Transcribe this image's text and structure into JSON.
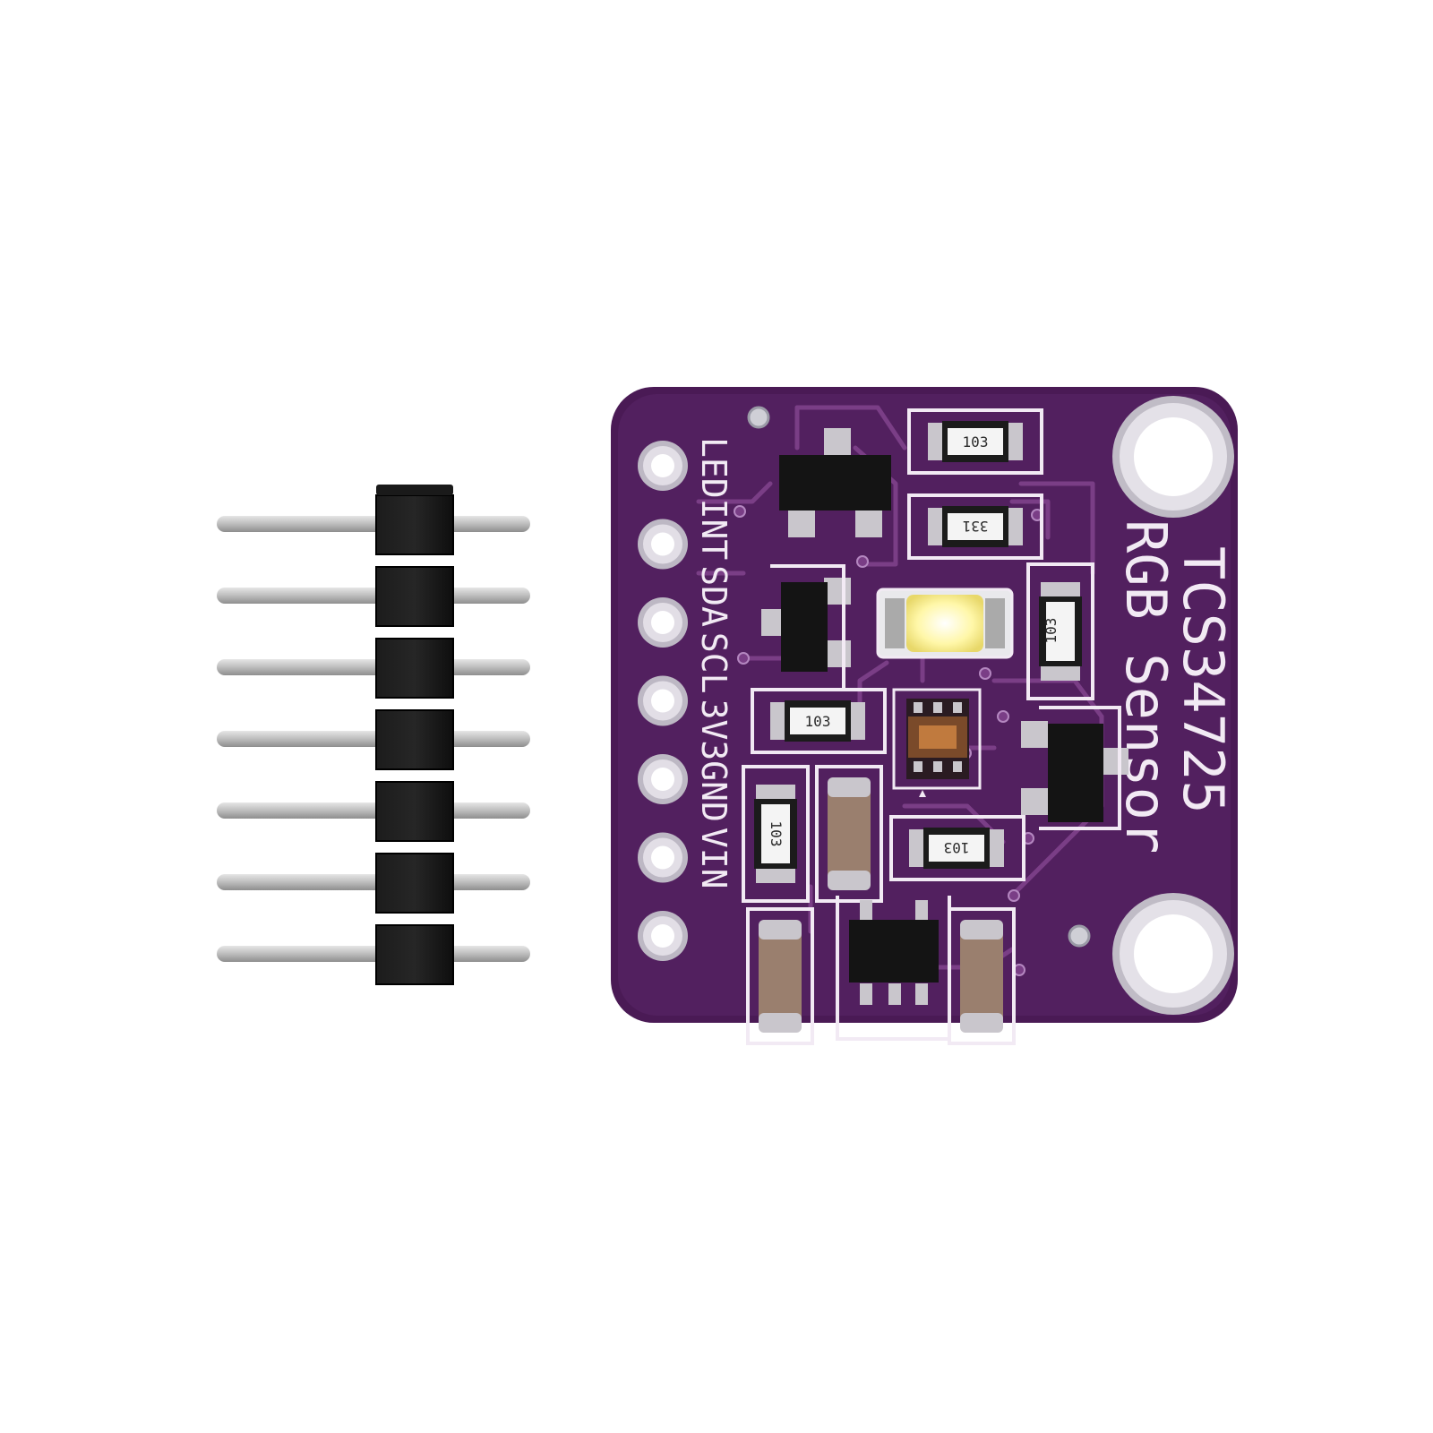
{
  "photo": {
    "background_color": "#ffffff",
    "pcb_color": "#4a1a55",
    "trace_color": "#7a3e86",
    "silkscreen_color": "#f2eaf4",
    "header_color": "#111111",
    "pin_color": "#c9c9c9"
  },
  "board": {
    "title_line1": "TCS34725",
    "title_line2": "RGB Sensor",
    "pin_labels": [
      "LED",
      "INT",
      "SDA",
      "SCL",
      "3V3",
      "GND",
      "VIN"
    ],
    "resistor_markings": [
      "103",
      "331",
      "103",
      "103",
      "103",
      "103"
    ]
  },
  "header": {
    "pin_count": 7
  }
}
